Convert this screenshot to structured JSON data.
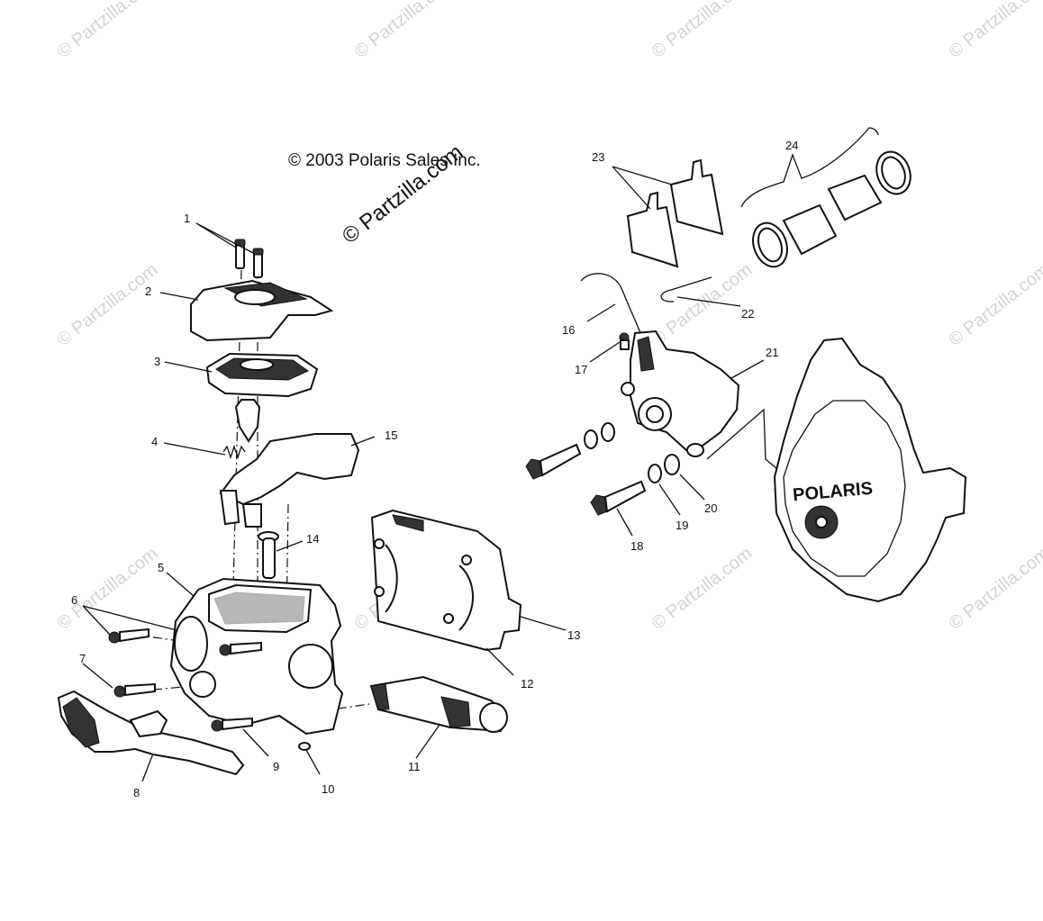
{
  "copyright": "© 2003 Polaris Sales Inc.",
  "watermark_main": "© Partzilla.com",
  "watermark_repeat": "© Partzilla.com",
  "cover_logo": "POLARIS",
  "callouts": [
    "1",
    "2",
    "3",
    "4",
    "5",
    "6",
    "7",
    "8",
    "9",
    "10",
    "11",
    "12",
    "13",
    "14",
    "15",
    "16",
    "17",
    "18",
    "19",
    "20",
    "21",
    "22",
    "23",
    "24"
  ]
}
